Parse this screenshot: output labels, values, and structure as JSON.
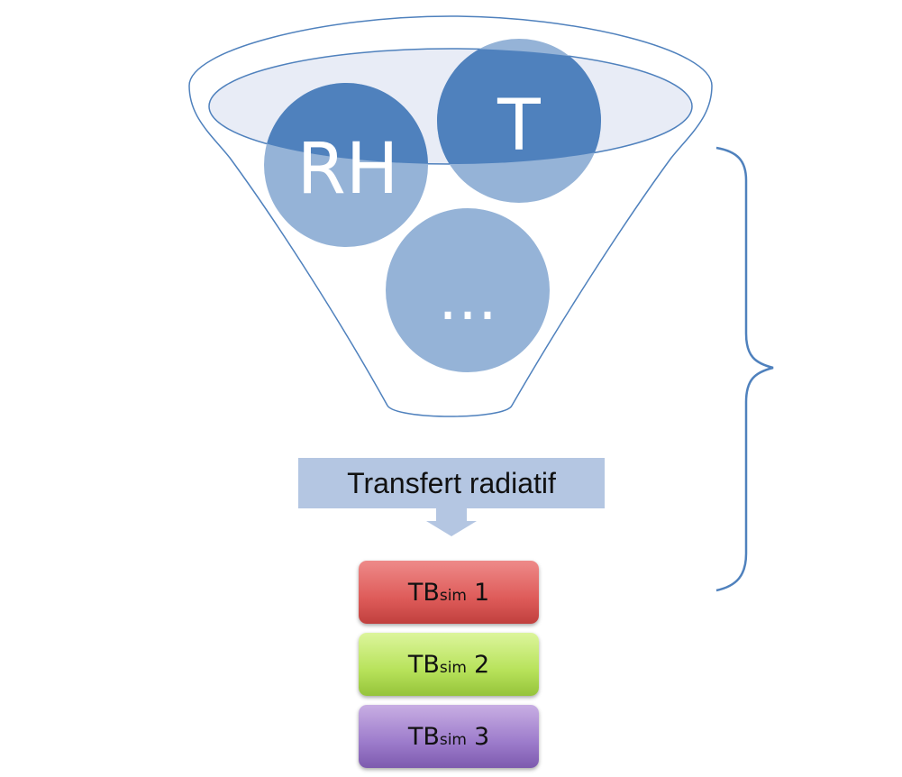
{
  "circles": [
    {
      "id": "rh",
      "label": "RH"
    },
    {
      "id": "t",
      "label": "T"
    },
    {
      "id": "more",
      "label": "…"
    }
  ],
  "process": {
    "label": "Transfert radiatif"
  },
  "outputs": [
    {
      "prefix": "TB",
      "sub": "sim",
      "num": "1",
      "color": "#de5b59"
    },
    {
      "prefix": "TB",
      "sub": "sim",
      "num": "2",
      "color": "#b7e25a"
    },
    {
      "prefix": "TB",
      "sub": "sim",
      "num": "3",
      "color": "#9c7bcb"
    }
  ],
  "colors": {
    "funnel_stroke": "#4f81bd",
    "funnel_inner": "#e8ecf6",
    "circle_dark": "#4f81bd",
    "circle_light": "#95b3d7",
    "arrow": "#b4c6e2"
  }
}
